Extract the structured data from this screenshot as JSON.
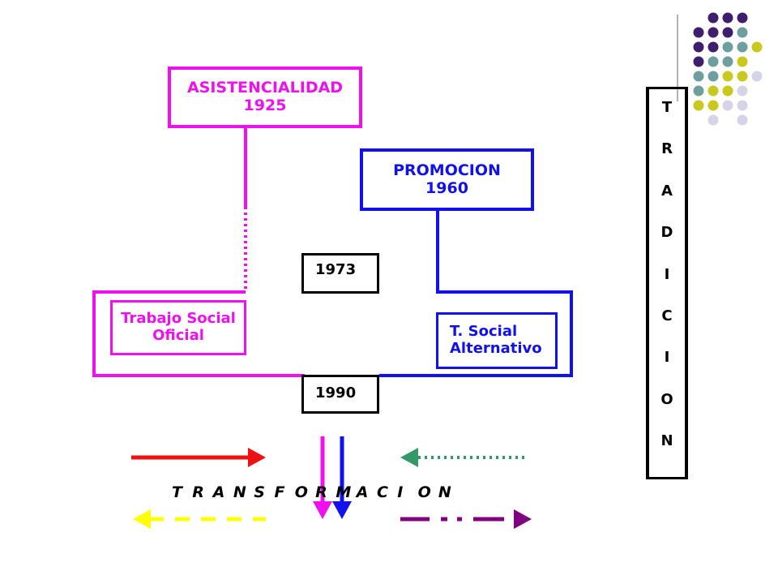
{
  "boxes": {
    "asistencialidad": {
      "line1": "ASISTENCIALIDAD",
      "line2": "1925"
    },
    "promocion": {
      "line1": "PROMOCION",
      "line2": "1960"
    },
    "year_1973": "1973",
    "year_1990": "1990",
    "trabajo_social_oficial": {
      "line1": "Trabajo Social",
      "line2": "Oficial"
    },
    "t_social_alternativo": {
      "line1": "T. Social",
      "line2": "Alternativo"
    }
  },
  "tradicion_letters": [
    "T",
    "R",
    "A",
    "D",
    "I",
    "C",
    "I",
    "O",
    "N"
  ],
  "transformacion_letters": [
    "T",
    "R",
    "A",
    "N",
    "S",
    "F",
    "O",
    "R",
    "M",
    "A",
    "C",
    "I",
    "O",
    "N"
  ],
  "colors": {
    "magenta": "#ee11ee",
    "blue": "#1111ee",
    "red": "#ee1111",
    "green": "#339966",
    "yellow": "#ffff00",
    "purple": "#800080",
    "dot_purple": "#3f1e6e",
    "dot_teal": "#6e9e9e",
    "dot_olive": "#c8c81e",
    "dot_lavender": "#d4d4e6"
  }
}
